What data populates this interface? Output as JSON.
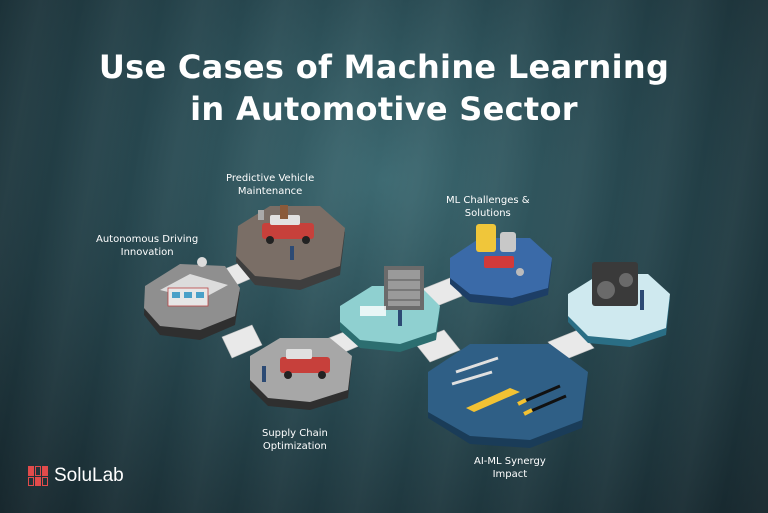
{
  "title": {
    "line1": "Use Cases of Machine Learning",
    "line2": "in Automotive Sector"
  },
  "labels": {
    "predictive_line1": "Predictive Vehicle",
    "predictive_line2": "Maintenance",
    "autonomous_line1": "Autonomous Driving",
    "autonomous_line2": "Innovation",
    "challenges_line1": "ML Challenges &",
    "challenges_line2": "Solutions",
    "supply_line1": "Supply Chain",
    "supply_line2": "Optimization",
    "synergy_line1": "AI-ML Synergy",
    "synergy_line2": "Impact"
  },
  "brand": {
    "name": "SoluLab",
    "accent": "#e24b4b"
  },
  "colors": {
    "tile_gray": "#6b6b6b",
    "tile_blue": "#3a6aa8",
    "tile_teal": "#8fd0d0",
    "tile_light": "#cfe9ef",
    "tile_deep": "#2f5f86"
  }
}
